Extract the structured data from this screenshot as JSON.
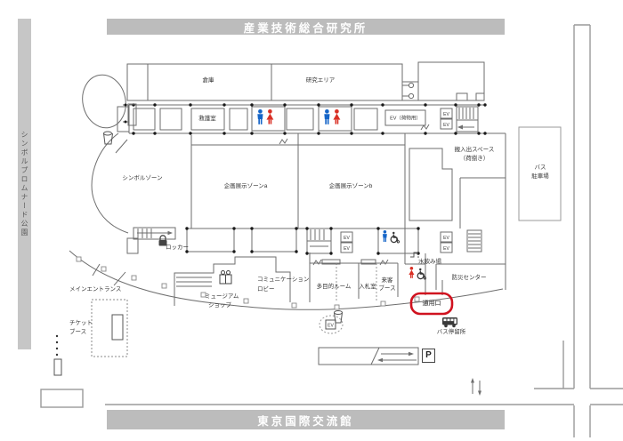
{
  "title_bars": {
    "top": "産業技術総合研究所",
    "bottom": "東京国際交流館",
    "left": "シンボルプロムナード公園"
  },
  "labels": {
    "warehouse": "倉庫",
    "research_area": "研究エリア",
    "first_aid_room": "救護室",
    "ev_cargo": "EV（荷物用）",
    "ev": "EV",
    "symbol_zone": "シンボルゾーン",
    "exhibition_zone_a": "企画展示ゾーンa",
    "exhibition_zone_b": "企画展示ゾーンb",
    "loading_space_line1": "搬入出スペース",
    "loading_space_line2": "（荷捌き）",
    "bus_parking_line1": "バス",
    "bus_parking_line2": "駐車場",
    "locker": "ロッカー",
    "main_entrance": "メインエントランス",
    "ticket_booth_line1": "チケット",
    "ticket_booth_line2": "ブース",
    "museum_shop_line1": "ミュージアム",
    "museum_shop_line2": "ショップ",
    "communication_lobby_line1": "コミュニケーション",
    "communication_lobby_line2": "ロビー",
    "multipurpose_room": "多目的ルーム",
    "bidding_room": "入札室",
    "guest_booth_line1": "来客",
    "guest_booth_line2": "ブース",
    "water_fountain": "水飲み場",
    "disaster_center": "防災センター",
    "service_entrance": "通用口",
    "bus_stop": "バス停留所",
    "parking": "P"
  },
  "highlight": {
    "target": "通用口",
    "color": "#d0121f"
  },
  "colors": {
    "bar_fill": "#bcbcbc",
    "bar_text": "#ffffff",
    "side_bar_text": "#5a5a5a",
    "wall": "#6e6e6e",
    "male_icon": "#1565c8",
    "female_icon": "#d93025",
    "dark_icon": "#3a3a3a",
    "highlight_red": "#d0121f"
  },
  "icons": [
    "male-figure-icon",
    "female-figure-icon",
    "wheelchair-icon",
    "bus-icon",
    "padlock-icon",
    "gift-icon",
    "elevator-box",
    "stairs-icon",
    "parking-icon",
    "trash-cup-icon",
    "water-tap-icon"
  ]
}
